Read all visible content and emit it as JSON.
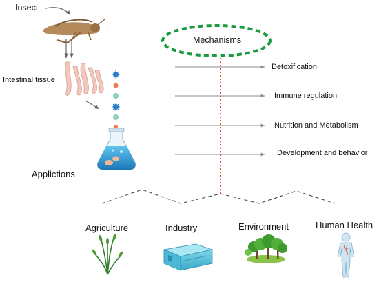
{
  "labels": {
    "insect": "Insect",
    "intestinal_tissue": "Intestinal tissue",
    "applications_heading": "Applictions",
    "mechanisms": "Mechanisms"
  },
  "mechanisms": [
    "Detoxification",
    "Immune regulation",
    "Nutrition and Metabolism",
    "Development and behavior"
  ],
  "applications": [
    {
      "label": "Agriculture",
      "icon": "wheat-plant-icon"
    },
    {
      "label": "Industry",
      "icon": "factory-building-icon"
    },
    {
      "label": "Environment",
      "icon": "forest-trees-icon"
    },
    {
      "label": "Human Health",
      "icon": "human-body-icon"
    }
  ],
  "colors": {
    "ellipse_dash": "#1a9b3f",
    "vertical_dot": "#d9442b",
    "arrow": "#888888",
    "flask_liquid": "#2f9bd6"
  }
}
